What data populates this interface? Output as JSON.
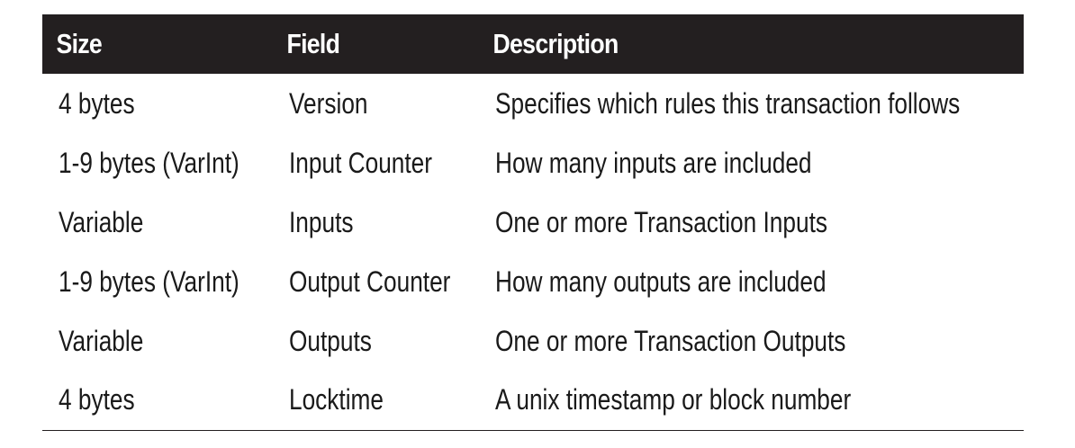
{
  "table": {
    "headers": {
      "size": "Size",
      "field": "Field",
      "description": "Description"
    },
    "rows": [
      {
        "size": "4 bytes",
        "field": "Version",
        "description": "Specifies which rules this transaction follows"
      },
      {
        "size": "1-9 bytes (VarInt)",
        "field": "Input Counter",
        "description": "How many inputs are included"
      },
      {
        "size": "Variable",
        "field": "Inputs",
        "description": "One or more Transaction Inputs"
      },
      {
        "size": "1-9 bytes (VarInt)",
        "field": "Output Counter",
        "description": "How many outputs are included"
      },
      {
        "size": "Variable",
        "field": "Outputs",
        "description": "One or more Transaction Outputs"
      },
      {
        "size": "4 bytes",
        "field": "Locktime",
        "description": "A unix timestamp or block number"
      }
    ]
  }
}
